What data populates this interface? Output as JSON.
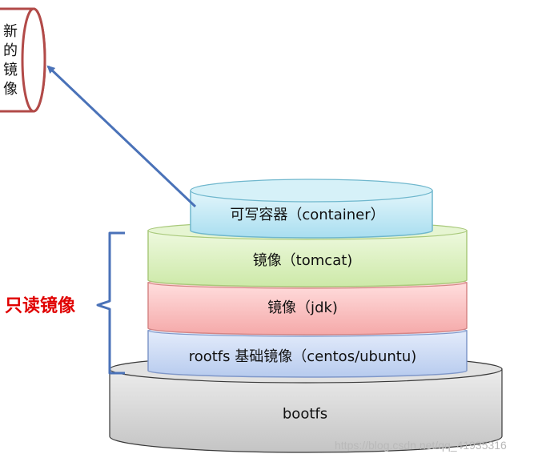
{
  "new_image": {
    "chars": [
      "新",
      "的",
      "镜",
      "像"
    ]
  },
  "layers": {
    "container": "可写容器（container）",
    "tomcat": "镜像（tomcat)",
    "jdk": "镜像（jdk)",
    "rootfs": "rootfs 基础镜像（centos/ubuntu)",
    "bootfs": "bootfs"
  },
  "read_only_label": "只读镜像",
  "watermark": "https://blog.csdn.net/qq_41935316",
  "colors": {
    "container": "#cdeef7",
    "tomcat": "#dcf1c0",
    "jdk": "#f8c6c6",
    "rootfs": "#c9d8f2",
    "bootfs": "#d9d9d9",
    "arrow": "#4a72b8",
    "brace": "#4a72b8",
    "new_image_outline": "#b24a48",
    "read_only_text": "#e00000"
  }
}
